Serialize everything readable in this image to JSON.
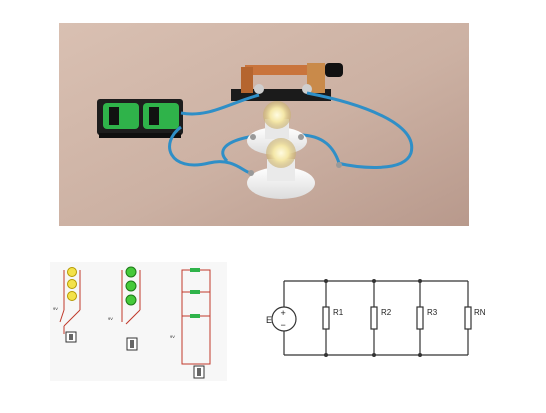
{
  "parallel_diagram": {
    "source_label": "E",
    "source_plus": "+",
    "source_minus": "−",
    "resistors": [
      "R1",
      "R2",
      "R3",
      "RN"
    ]
  },
  "thumbnails": {
    "voltage_labels": [
      "9V",
      "9V",
      "9V"
    ]
  },
  "colors": {
    "wire_blue": "#2f8fc7",
    "bulb_yellow": "#f3e24a",
    "bulb_green": "#46c93a",
    "battery_green": "#2fb34a",
    "copper": "#c9743c"
  }
}
